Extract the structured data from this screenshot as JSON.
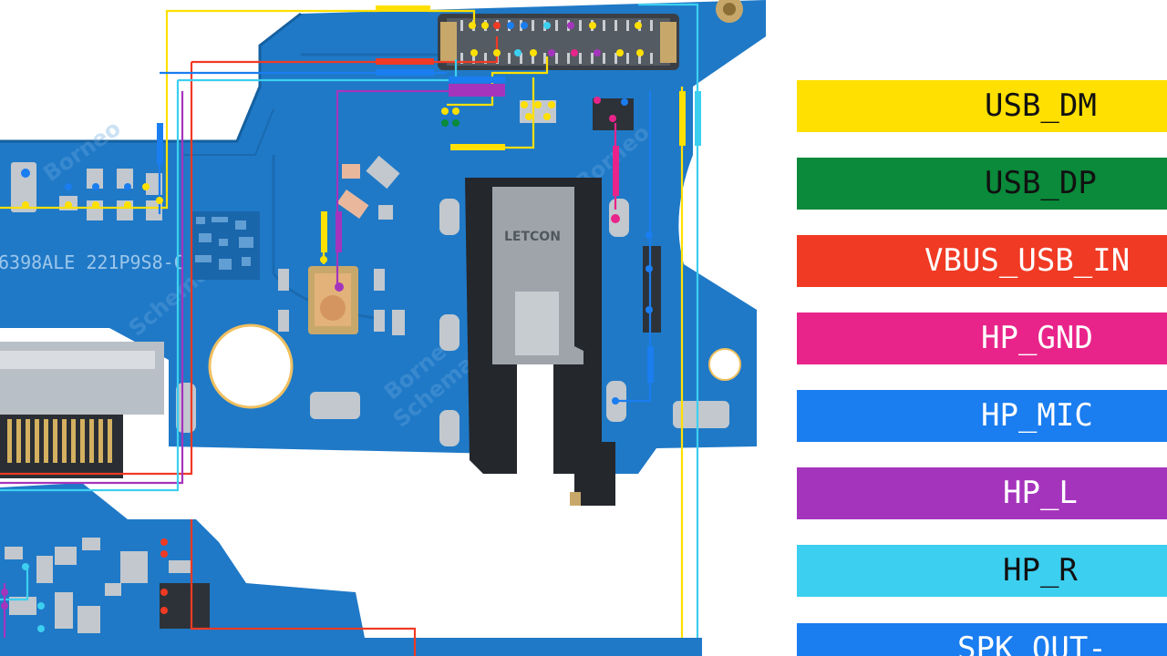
{
  "board": {
    "marking": "6398ALE 221P9S8-C",
    "connector_brand": "LETCON",
    "watermark": "Borneo Schematics"
  },
  "legend": [
    {
      "label": "USB_DM",
      "color": "#ffe000",
      "text_color": "#111111"
    },
    {
      "label": "USB_DP",
      "color": "#0a8a3a",
      "text_color": "#111111"
    },
    {
      "label": "VBUS_USB_IN",
      "color": "#f03a24",
      "text_color": "#ffffff"
    },
    {
      "label": "HP_GND",
      "color": "#e8248a",
      "text_color": "#ffffff"
    },
    {
      "label": "HP_MIC",
      "color": "#1a7df0",
      "text_color": "#ffffff"
    },
    {
      "label": "HP_L",
      "color": "#a534bd",
      "text_color": "#ffffff"
    },
    {
      "label": "HP_R",
      "color": "#3ccff0",
      "text_color": "#111111"
    },
    {
      "label": "SPK_OUT-",
      "color": "#1a7df0",
      "text_color": "#ffffff"
    }
  ]
}
